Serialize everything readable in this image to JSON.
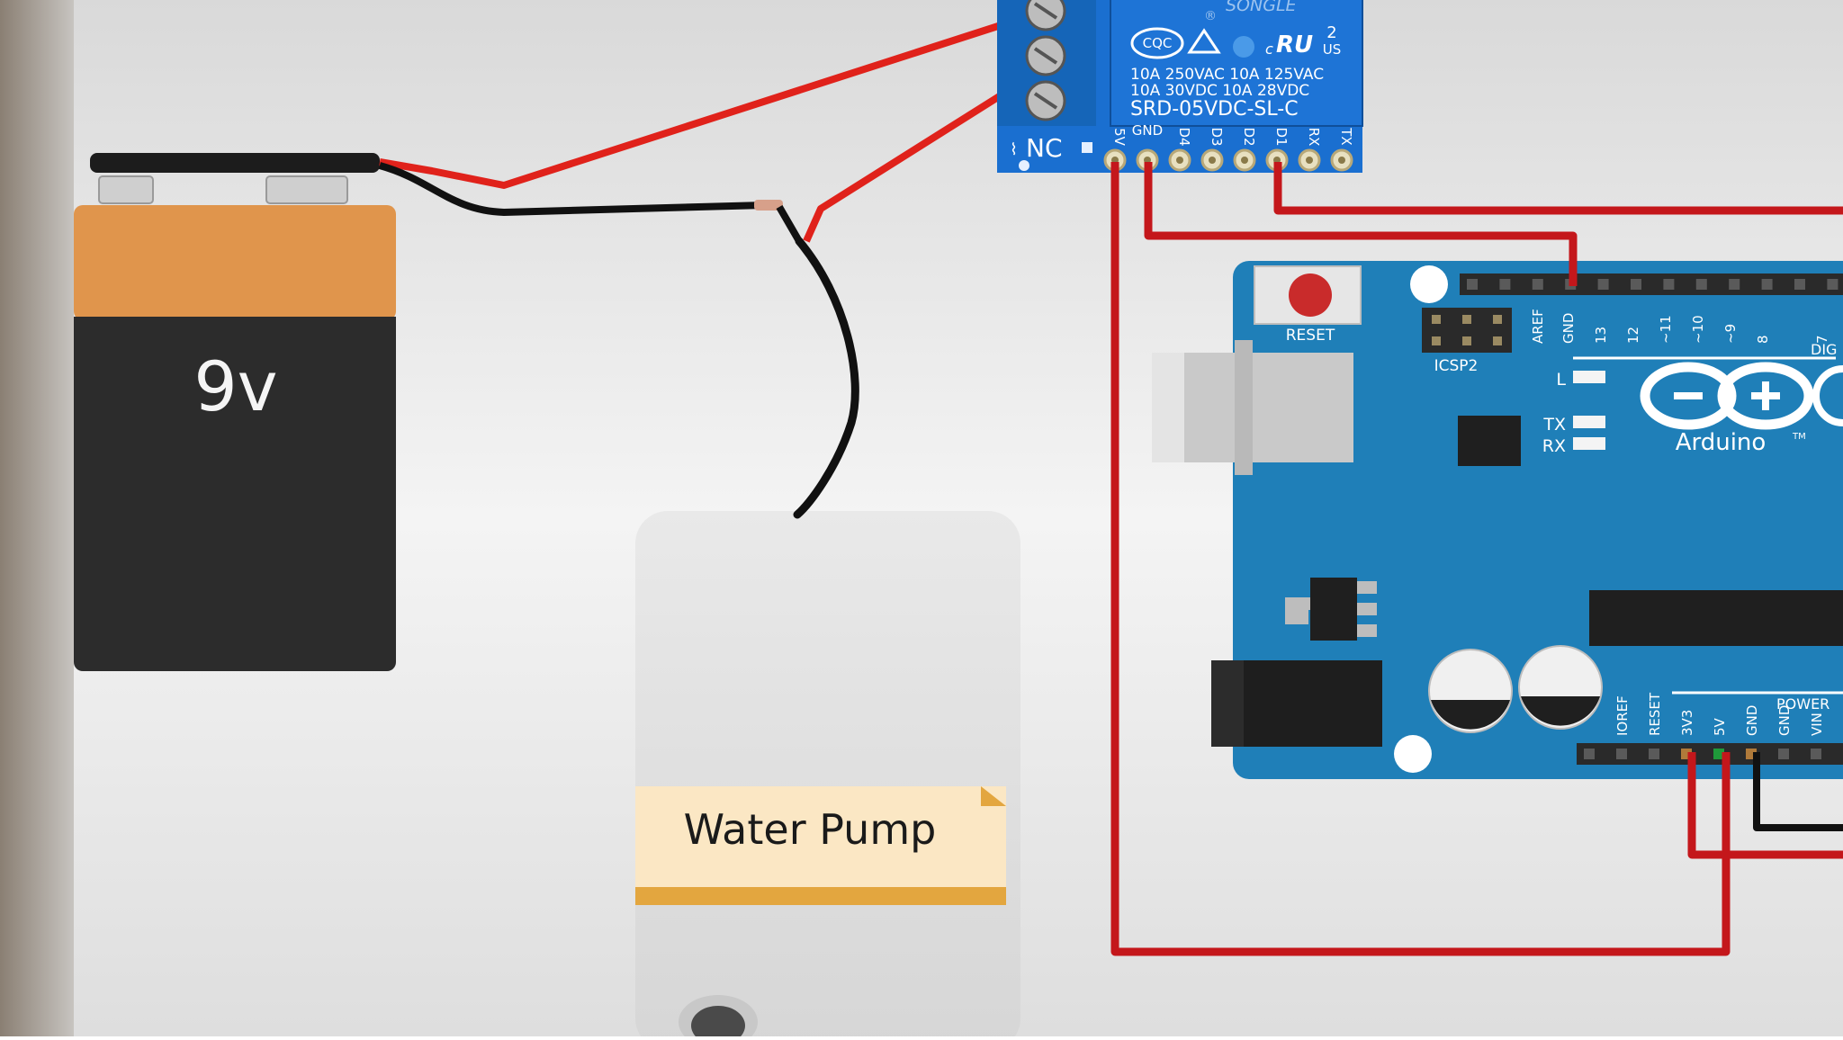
{
  "battery": {
    "label": "9v"
  },
  "pump": {
    "label": "Water Pump"
  },
  "relay": {
    "brand": "SONGLE",
    "registered_mark": "®",
    "cert_cqc": "CQC",
    "cert_c": "c",
    "cert_ul": "RU",
    "cert_us": "US",
    "cert_num": "2",
    "spec_line1": "10A 250VAC  10A 125VAC",
    "spec_line2": "10A  30VDC  10A  28VDC",
    "model": "SRD-05VDC-SL-C",
    "nc_label": "NC",
    "pins": [
      "5V",
      "GND",
      "D4",
      "D3",
      "D2",
      "D1",
      "RX",
      "TX"
    ]
  },
  "arduino": {
    "reset_label": "RESET",
    "icsp_label": "ICSP2",
    "logo_text": "Arduino",
    "tm": "TM",
    "digital_label": "DIG",
    "led_l": "L",
    "led_tx": "TX",
    "led_rx": "RX",
    "top_pins": [
      "AREF",
      "GND",
      "13",
      "12",
      "~11",
      "~10",
      "~9",
      "8",
      "7"
    ],
    "power_title": "POWER",
    "power_pins": [
      "IOREF",
      "RESET",
      "3V3",
      "5V",
      "GND",
      "GND",
      "VIN"
    ]
  },
  "colors": {
    "background": "#ececec",
    "wire_red": "#e0221b",
    "wire_dark_red": "#c4171b",
    "wire_black": "#111111",
    "board_blue": "#1f7fb8",
    "relay_blue": "#1a6fd0",
    "battery_orange": "#e0954c",
    "battery_body": "#2c2c2c",
    "label_cream": "#fbe7c4",
    "label_stripe": "#e3a63f"
  }
}
